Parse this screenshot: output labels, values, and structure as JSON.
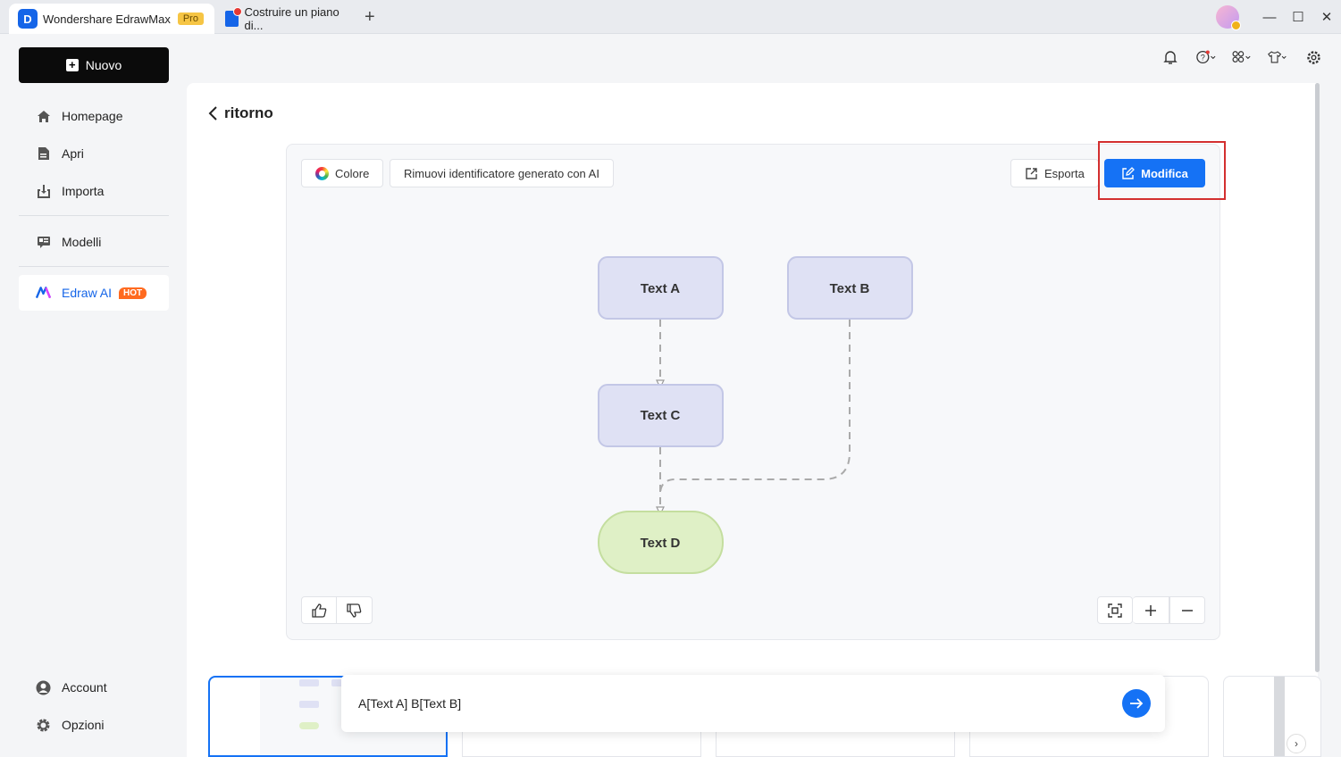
{
  "titlebar": {
    "app_tab_label": "Wondershare EdrawMax",
    "pro_badge": "Pro",
    "doc_tab_label": "Costruire un piano di...",
    "new_tab_symbol": "+",
    "minimize_symbol": "—",
    "maximize_symbol": "☐",
    "close_symbol": "✕"
  },
  "sidebar": {
    "new_button": "Nuovo",
    "items": [
      {
        "label": "Homepage",
        "icon": "home-icon"
      },
      {
        "label": "Apri",
        "icon": "document-icon"
      },
      {
        "label": "Importa",
        "icon": "import-icon"
      },
      {
        "label": "Modelli",
        "icon": "templates-icon"
      },
      {
        "label": "Edraw AI",
        "icon": "edraw-ai-icon",
        "badge": "HOT"
      },
      {
        "label": "Account",
        "icon": "account-icon"
      },
      {
        "label": "Opzioni",
        "icon": "gear-icon"
      }
    ]
  },
  "main": {
    "back_label": "ritorno",
    "toolbar": {
      "color_label": "Colore",
      "remove_ai_label": "Rimuovi identificatore generato con AI",
      "export_label": "Esporta",
      "modify_label": "Modifica"
    },
    "diagram": {
      "nodes": [
        {
          "id": "A",
          "label": "Text A"
        },
        {
          "id": "B",
          "label": "Text B"
        },
        {
          "id": "C",
          "label": "Text C"
        },
        {
          "id": "D",
          "label": "Text D"
        }
      ],
      "edges": [
        [
          "A",
          "C"
        ],
        [
          "C",
          "D"
        ],
        [
          "B",
          "D"
        ]
      ]
    },
    "prompt_text": "A[Text A] B[Text B]"
  },
  "colors": {
    "accent": "#1572f5",
    "node_fill": "#dfe1f4",
    "node_stroke": "#c3c7e6",
    "end_node_fill": "#dff0c6",
    "end_node_stroke": "#c4de9f",
    "highlight": "#d32f2f",
    "hot_badge": "#ff6a1f"
  }
}
